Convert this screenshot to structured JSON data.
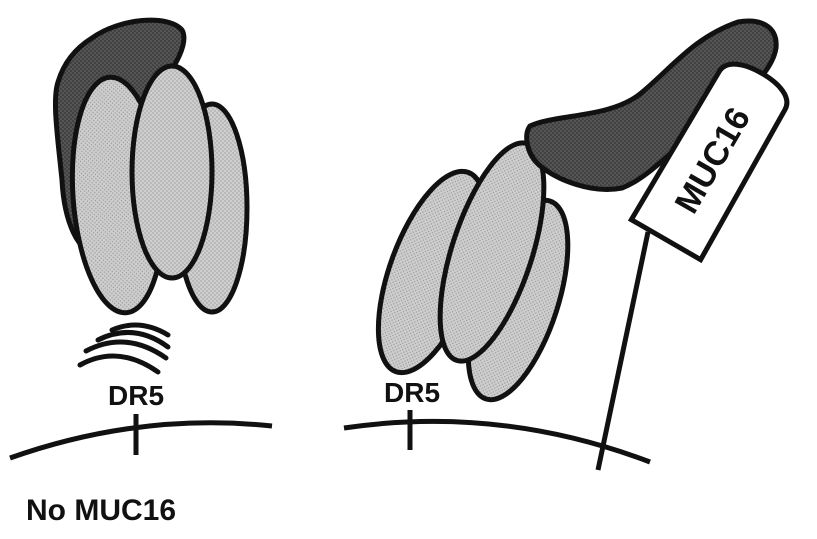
{
  "labels": {
    "left_receptor": "DR5",
    "right_receptor": "DR5",
    "mucin_tag": "MUC16",
    "caption_left": "No MUC16"
  },
  "colors": {
    "ink": "#111111",
    "light_lobe": "#c9c9c9",
    "dark_domain": "#4a4a4a",
    "background": "#ffffff"
  }
}
